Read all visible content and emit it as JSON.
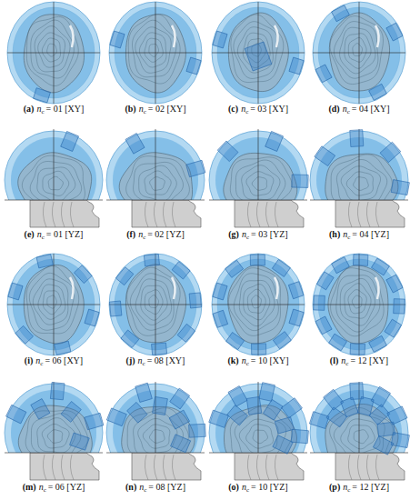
{
  "diagram": {
    "labels": [
      "(a)",
      "n",
      "c",
      "= 01 [XY]",
      "(b)",
      "n",
      "c",
      "= 02 [XY]",
      "(c)",
      "n",
      "c",
      "= 03 [XY]",
      "(d)",
      "n",
      "c",
      "= 04 [XY]",
      "(e)",
      "n",
      "c",
      "= 01 [YZ]",
      "(f)",
      "n",
      "c",
      "= 02 [YZ]",
      "(g)",
      "n",
      "c",
      "= 03 [YZ]",
      "(h)",
      "n",
      "c",
      "= 04 [YZ]",
      "(i)",
      "n",
      "c",
      "= 06 [XY]",
      "(j)",
      "n",
      "c",
      "= 08 [XY]",
      "(k)",
      "n",
      "c",
      "= 10 [XY]",
      "(l)",
      "n",
      "c",
      "= 12 [XY]",
      "(m)",
      "n",
      "c",
      "= 06 [YZ]",
      "(n)",
      "n",
      "c",
      "= 08 [YZ]",
      "(o)",
      "n",
      "c",
      "= 10 [YZ]",
      "(p)",
      "n",
      "c",
      "= 12 [YZ]"
    ]
  }
}
